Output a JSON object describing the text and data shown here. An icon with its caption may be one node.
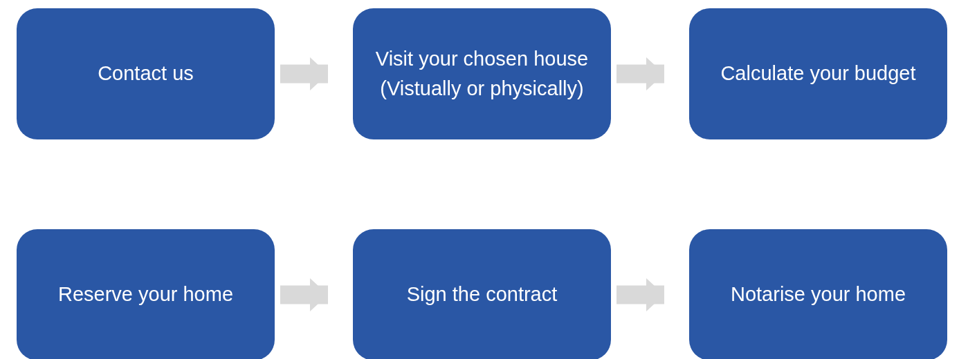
{
  "diagram": {
    "nodes": [
      {
        "text": [
          "Contact us"
        ]
      },
      {
        "text": [
          "Visit your chosen house (Vistually or physically)"
        ]
      },
      {
        "text": [
          "Calculate your budget"
        ]
      },
      {
        "text": [
          "Reserve your home"
        ]
      },
      {
        "text": [
          "Sign the contract"
        ]
      },
      {
        "text": [
          "Notarise your home"
        ]
      }
    ],
    "edges": [
      {
        "from": 0,
        "to": 1,
        "arrow": "to"
      },
      {
        "from": 1,
        "to": 2,
        "arrow": "to"
      },
      {
        "from": 3,
        "to": 4,
        "arrow": "to"
      },
      {
        "from": 4,
        "to": 5,
        "arrow": "to"
      }
    ]
  }
}
